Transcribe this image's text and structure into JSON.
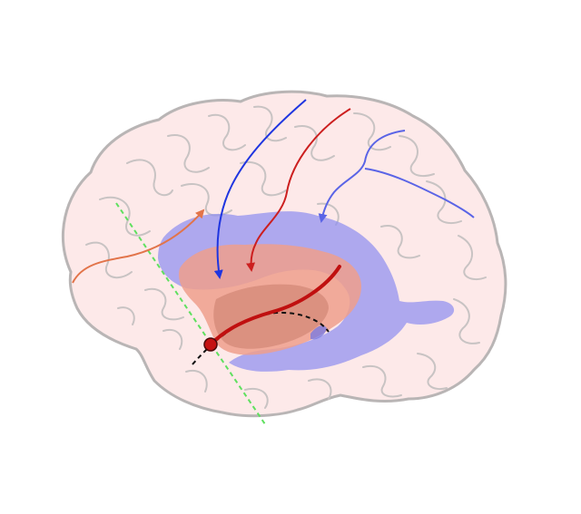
{
  "diagram": {
    "colors": {
      "background": "#ffffff",
      "brain_fill": "#fde9e9",
      "brain_outline": "#b9b5b5",
      "sulcus_line": "#c8c3c3",
      "ventricle_fill": "#8f8ff0",
      "basal_ganglia_fill": "#ef9f8c",
      "basal_ganglia_dark": "#c97c6c",
      "tract_red": "#cc1f1f",
      "tract_dark_red": "#c01010",
      "tract_blue": "#1f35e0",
      "tract_light_blue": "#5a64e6",
      "tract_orange": "#e2744a",
      "guide_green": "#5fe05f",
      "curve_black": "#111111",
      "origin_point": "#c41212"
    },
    "structures": [
      {
        "name": "brain-outline",
        "kind": "lateral hemisphere"
      },
      {
        "name": "lateral-ventricle",
        "kind": "blue shaded region"
      },
      {
        "name": "basal-ganglia",
        "kind": "red shaded region"
      }
    ],
    "pathways": [
      {
        "name": "blue-descending-arrow",
        "color": "tract_blue",
        "direction": "down"
      },
      {
        "name": "red-descending-arrow",
        "color": "tract_red",
        "direction": "down"
      },
      {
        "name": "light-blue-branching-arrow",
        "color": "tract_light_blue",
        "direction": "down-left"
      },
      {
        "name": "orange-frontal-arrow",
        "color": "tract_orange",
        "direction": "up-right"
      },
      {
        "name": "dark-red-curved-path",
        "color": "tract_dark_red",
        "direction": "none"
      }
    ],
    "markers": [
      {
        "name": "green-dashed-guide-line",
        "style": "dashed"
      },
      {
        "name": "black-dashed-curve",
        "style": "dashed"
      },
      {
        "name": "red-origin-point",
        "style": "dot"
      }
    ]
  }
}
